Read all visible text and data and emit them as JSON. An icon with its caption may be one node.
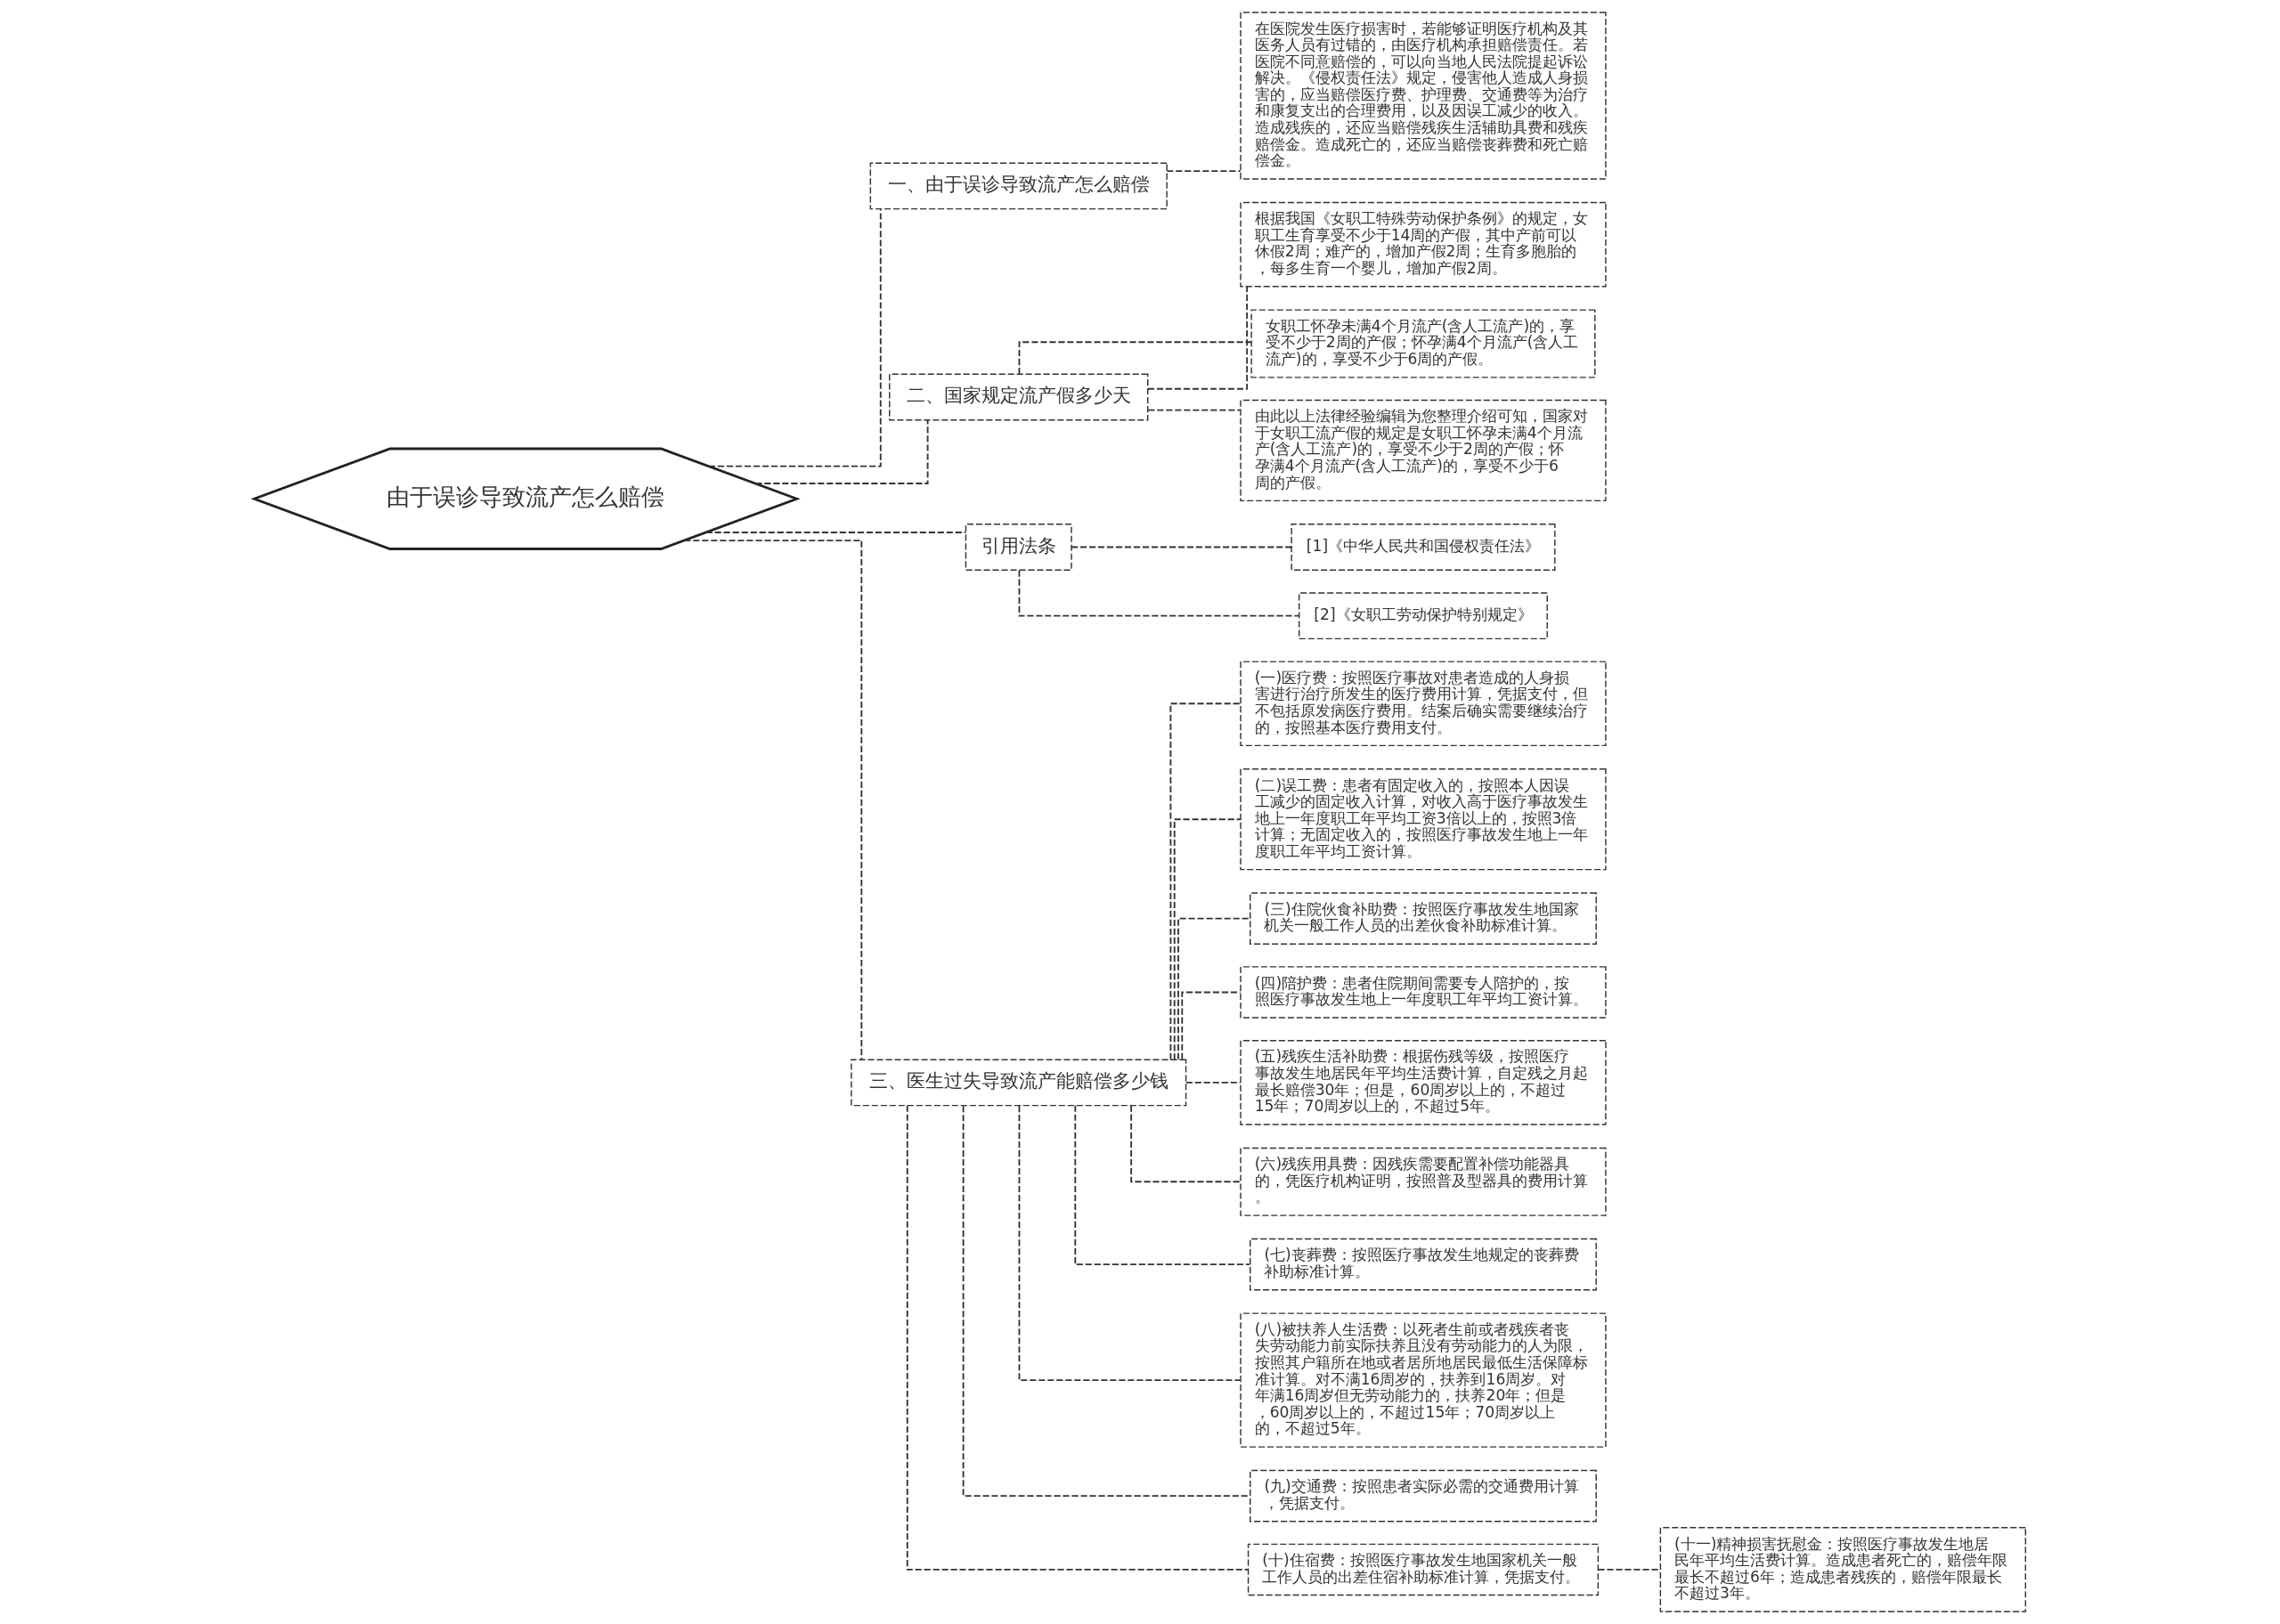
{
  "diagram": {
    "nodes": [
      {
        "text": [
          "由于误诊导致流产怎么赔偿"
        ]
      },
      {
        "text": [
          "一、由于误诊导致流产怎么赔偿"
        ]
      },
      {
        "text": [
          "在医院发生医疗损害时，若能够证明医疗机构及其医务人员有过错的，由医疗机构承担赔偿责任。若医院不同意赔偿的，可以向当地人民法院提起诉讼解决。《侵权责任法》规定，侵害他人造成人身损害的，应当赔偿医疗费、护理费、交通费等为治疗和康复支出的合理费用，以及因误工减少的收入。造成残疾的，还应当赔偿残疾生活辅助具费和残疾赔偿金。造成死亡的，还应当赔偿丧葬费和死亡赔偿金。"
        ]
      },
      {
        "text": [
          "二、国家规定流产假多少天"
        ]
      },
      {
        "text": [
          "根据我国《女职工特殊劳动保护条例》的规定，女职工生育享受不少于14周的产假，其中产前可以休假2周；难产的，增加产假2周；生育多胞胎的，每多生育一个婴儿，增加产假2周。"
        ]
      },
      {
        "text": [
          "女职工怀孕未满4个月流产(含人工流产)的，享受不少于2周的产假；怀孕满4个月流产(含人工流产)的，享受不少于6周的产假。"
        ]
      },
      {
        "text": [
          "由此以上法律经验编辑为您整理介绍可知，国家对于女职工流产假的规定是女职工怀孕未满4个月流产(含人工流产)的，享受不少于2周的产假；怀孕满4个月流产(含人工流产)的，享受不少于6周的产假。"
        ]
      },
      {
        "text": [
          "引用法条"
        ]
      },
      {
        "text": [
          "[1]《中华人民共和国侵权责任法》"
        ]
      },
      {
        "text": [
          "[2]《女职工劳动保护特别规定》"
        ]
      },
      {
        "text": [
          "三、医生过失导致流产能赔偿多少钱"
        ]
      },
      {
        "text": [
          "(一)医疗费：按照医疗事故对患者造成的人身损害进行治疗所发生的医疗费用计算，凭据支付，但不包括原发病医疗费用。结案后确实需要继续治疗的，按照基本医疗费用支付。"
        ]
      },
      {
        "text": [
          "(二)误工费：患者有固定收入的，按照本人因误工减少的固定收入计算，对收入高于医疗事故发生地上一年度职工年平均工资3倍以上的，按照3倍计算；无固定收入的，按照医疗事故发生地上一年度职工年平均工资计算。"
        ]
      },
      {
        "text": [
          "(三)住院伙食补助费：按照医疗事故发生地国家机关一般工作人员的出差伙食补助标准计算。"
        ]
      },
      {
        "text": [
          "(四)陪护费：患者住院期间需要专人陪护的，按照医疗事故发生地上一年度职工年平均工资计算。"
        ]
      },
      {
        "text": [
          "(五)残疾生活补助费：根据伤残等级，按照医疗事故发生地居民年平均生活费计算，自定残之月起最长赔偿30年；但是，60周岁以上的，不超过15年；70周岁以上的，不超过5年。"
        ]
      },
      {
        "text": [
          "(六)残疾用具费：因残疾需要配置补偿功能器具的，凭医疗机构证明，按照普及型器具的费用计算。"
        ]
      },
      {
        "text": [
          "(七)丧葬费：按照医疗事故发生地规定的丧葬费补助标准计算。"
        ]
      },
      {
        "text": [
          "(八)被扶养人生活费：以死者生前或者残疾者丧失劳动能力前实际扶养且没有劳动能力的人为限，按照其户籍所在地或者居所地居民最低生活保障标准计算。对不满16周岁的，扶养到16周岁。对年满16周岁但无劳动能力的，扶养20年；但是，60周岁以上的，不超过15年；70周岁以上的，不超过5年。"
        ]
      },
      {
        "text": [
          "(九)交通费：按照患者实际必需的交通费用计算，凭据支付。"
        ]
      },
      {
        "text": [
          "(十)住宿费：按照医疗事故发生地国家机关一般工作人员的出差住宿补助标准计算，凭据支付。"
        ]
      },
      {
        "text": [
          "(十一)精神损害抚慰金：按照医疗事故发生地居民年平均生活费计算。造成患者死亡的，赔偿年限最长不超过6年；造成患者残疾的，赔偿年限最长不超过3年。"
        ]
      }
    ],
    "edges": [
      {
        "from": 0,
        "to": 1,
        "arrow": "none",
        "style": "dashed"
      },
      {
        "from": 1,
        "to": 2,
        "arrow": "none",
        "style": "dashed"
      },
      {
        "from": 0,
        "to": 3,
        "arrow": "none",
        "style": "dashed"
      },
      {
        "from": 3,
        "to": 4,
        "arrow": "none",
        "style": "dashed"
      },
      {
        "from": 3,
        "to": 5,
        "arrow": "none",
        "style": "dashed"
      },
      {
        "from": 3,
        "to": 6,
        "arrow": "none",
        "style": "dashed"
      },
      {
        "from": 0,
        "to": 7,
        "arrow": "none",
        "style": "dashed"
      },
      {
        "from": 7,
        "to": 8,
        "arrow": "none",
        "style": "dashed"
      },
      {
        "from": 7,
        "to": 9,
        "arrow": "none",
        "style": "dashed"
      },
      {
        "from": 0,
        "to": 10,
        "arrow": "none",
        "style": "dashed"
      },
      {
        "from": 10,
        "to": 11,
        "arrow": "none",
        "style": "dashed"
      },
      {
        "from": 10,
        "to": 12,
        "arrow": "none",
        "style": "dashed"
      },
      {
        "from": 10,
        "to": 13,
        "arrow": "none",
        "style": "dashed"
      },
      {
        "from": 10,
        "to": 14,
        "arrow": "none",
        "style": "dashed"
      },
      {
        "from": 10,
        "to": 15,
        "arrow": "none",
        "style": "dashed"
      },
      {
        "from": 10,
        "to": 16,
        "arrow": "none",
        "style": "dashed"
      },
      {
        "from": 10,
        "to": 17,
        "arrow": "none",
        "style": "dashed"
      },
      {
        "from": 10,
        "to": 18,
        "arrow": "none",
        "style": "dashed"
      },
      {
        "from": 10,
        "to": 19,
        "arrow": "none",
        "style": "dashed"
      },
      {
        "from": 10,
        "to": 20,
        "arrow": "none",
        "style": "dashed"
      },
      {
        "from": 20,
        "to": 21,
        "arrow": "none",
        "style": "dashed"
      }
    ]
  }
}
